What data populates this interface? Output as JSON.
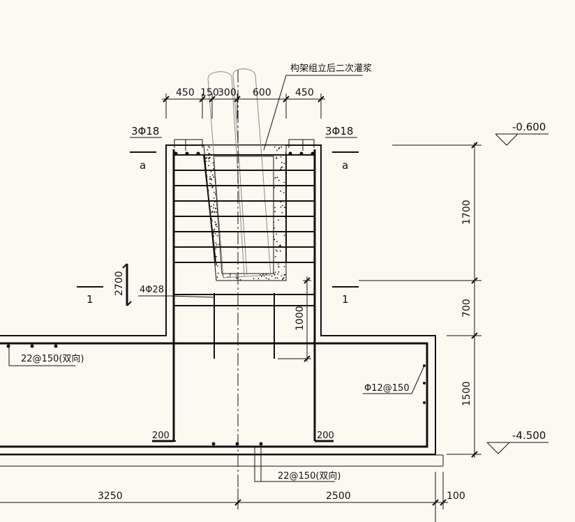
{
  "notes": {
    "grout_note": "构架组立后二次灌浆",
    "top_bars_left": "3Φ18",
    "top_bars_right": "3Φ18",
    "section_a_left": "a",
    "section_a_right": "a",
    "section_1_left": "1",
    "section_1_right": "1",
    "middle_bars": "4Φ28",
    "slab_top_bars": "22@150(双向)",
    "slab_bottom_bars": "22@150(双向)",
    "side_bars": "Φ12@150",
    "hook_left": "200",
    "hook_right": "200"
  },
  "elevations": {
    "top": "-0.600",
    "bottom": "-4.500"
  },
  "dimensions": {
    "top": [
      "450",
      "150",
      "300",
      "600",
      "450"
    ],
    "right_vertical": [
      "1700",
      "700",
      "1500"
    ],
    "left_vertical": "2700",
    "embed_depth": "1000",
    "bottom": [
      "3250",
      "2500",
      "100"
    ]
  }
}
